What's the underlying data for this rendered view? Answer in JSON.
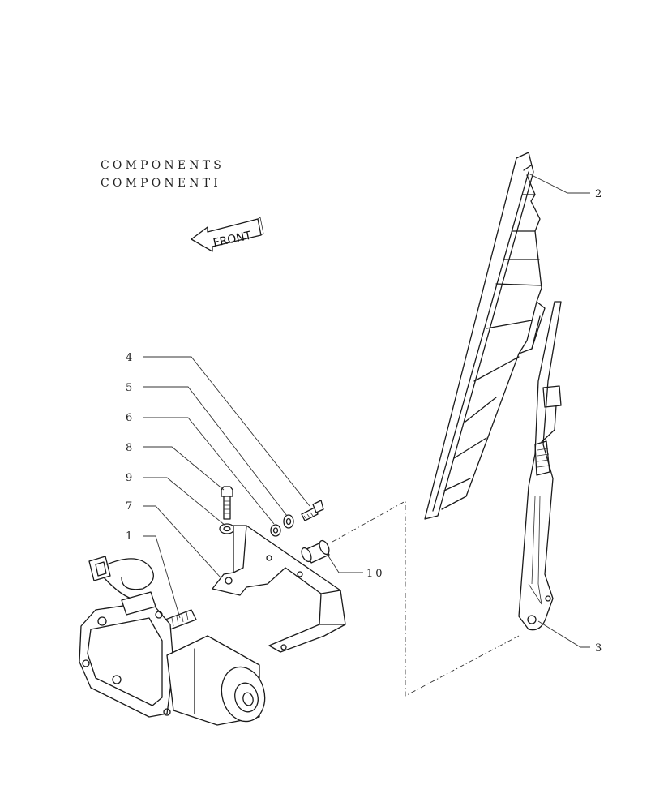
{
  "title": {
    "line1": "COMPONENTS",
    "line2": "COMPONENTI"
  },
  "front_arrow": {
    "label": "FRONT"
  },
  "callouts": [
    {
      "number": "1",
      "part": "wiper-motor"
    },
    {
      "number": "2",
      "part": "wiper-blade"
    },
    {
      "number": "3",
      "part": "wiper-arm"
    },
    {
      "number": "4",
      "part": "screw"
    },
    {
      "number": "5",
      "part": "washer"
    },
    {
      "number": "6",
      "part": "washer"
    },
    {
      "number": "7",
      "part": "mounting-bracket"
    },
    {
      "number": "8",
      "part": "bolt"
    },
    {
      "number": "9",
      "part": "washer"
    },
    {
      "number": "10",
      "part": "spacer"
    }
  ]
}
